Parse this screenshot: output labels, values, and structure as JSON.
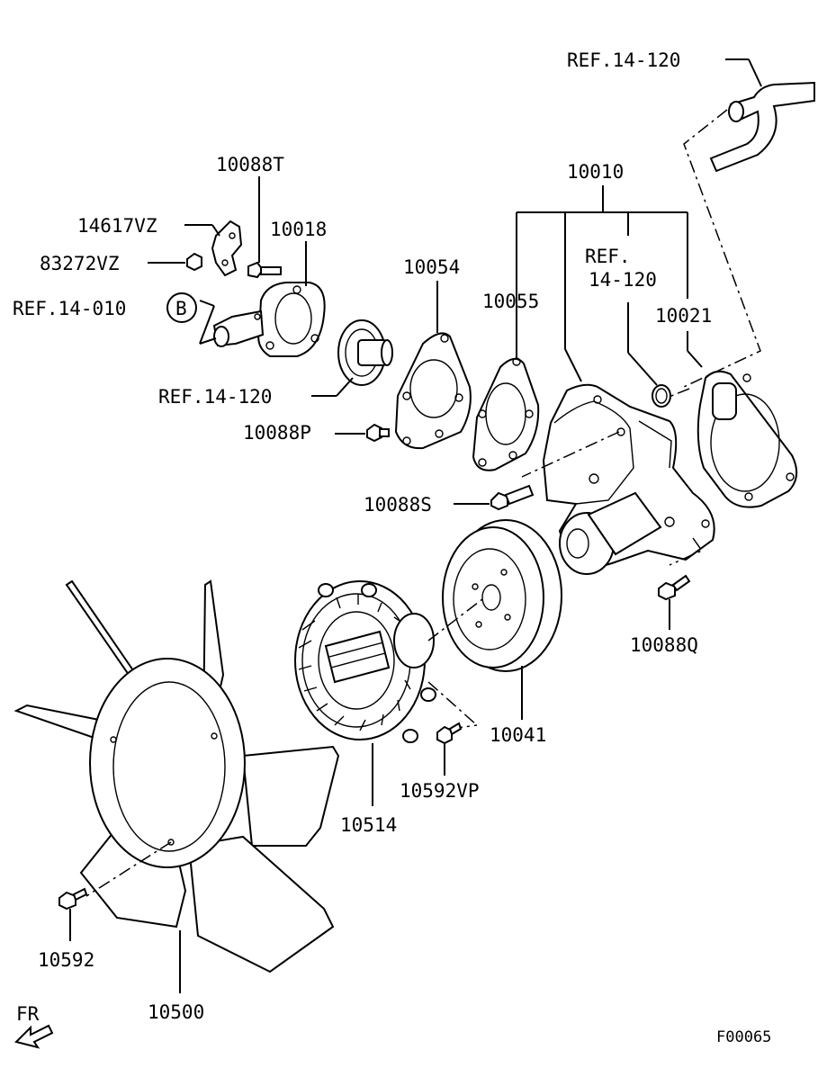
{
  "labels": {
    "ref_14_120_top": "REF.14-120",
    "p10088T": "10088T",
    "p14617VZ": "14617VZ",
    "p10018": "10018",
    "p83272VZ": "83272VZ",
    "ref_14_010": "REF.14-010",
    "circle_b": "B",
    "p10054": "10054",
    "p10010": "10010",
    "ref_14_120_mid_a": "REF.",
    "ref_14_120_mid_b": "14-120",
    "p10055": "10055",
    "p10021": "10021",
    "ref_14_120_left": "REF.14-120",
    "p10088P": "10088P",
    "p10088S": "10088S",
    "p10088Q": "10088Q",
    "p10041": "10041",
    "p10592VP": "10592VP",
    "p10514": "10514",
    "p10592": "10592",
    "p10500": "10500",
    "fr": "FR",
    "figure_code": "F00065"
  }
}
